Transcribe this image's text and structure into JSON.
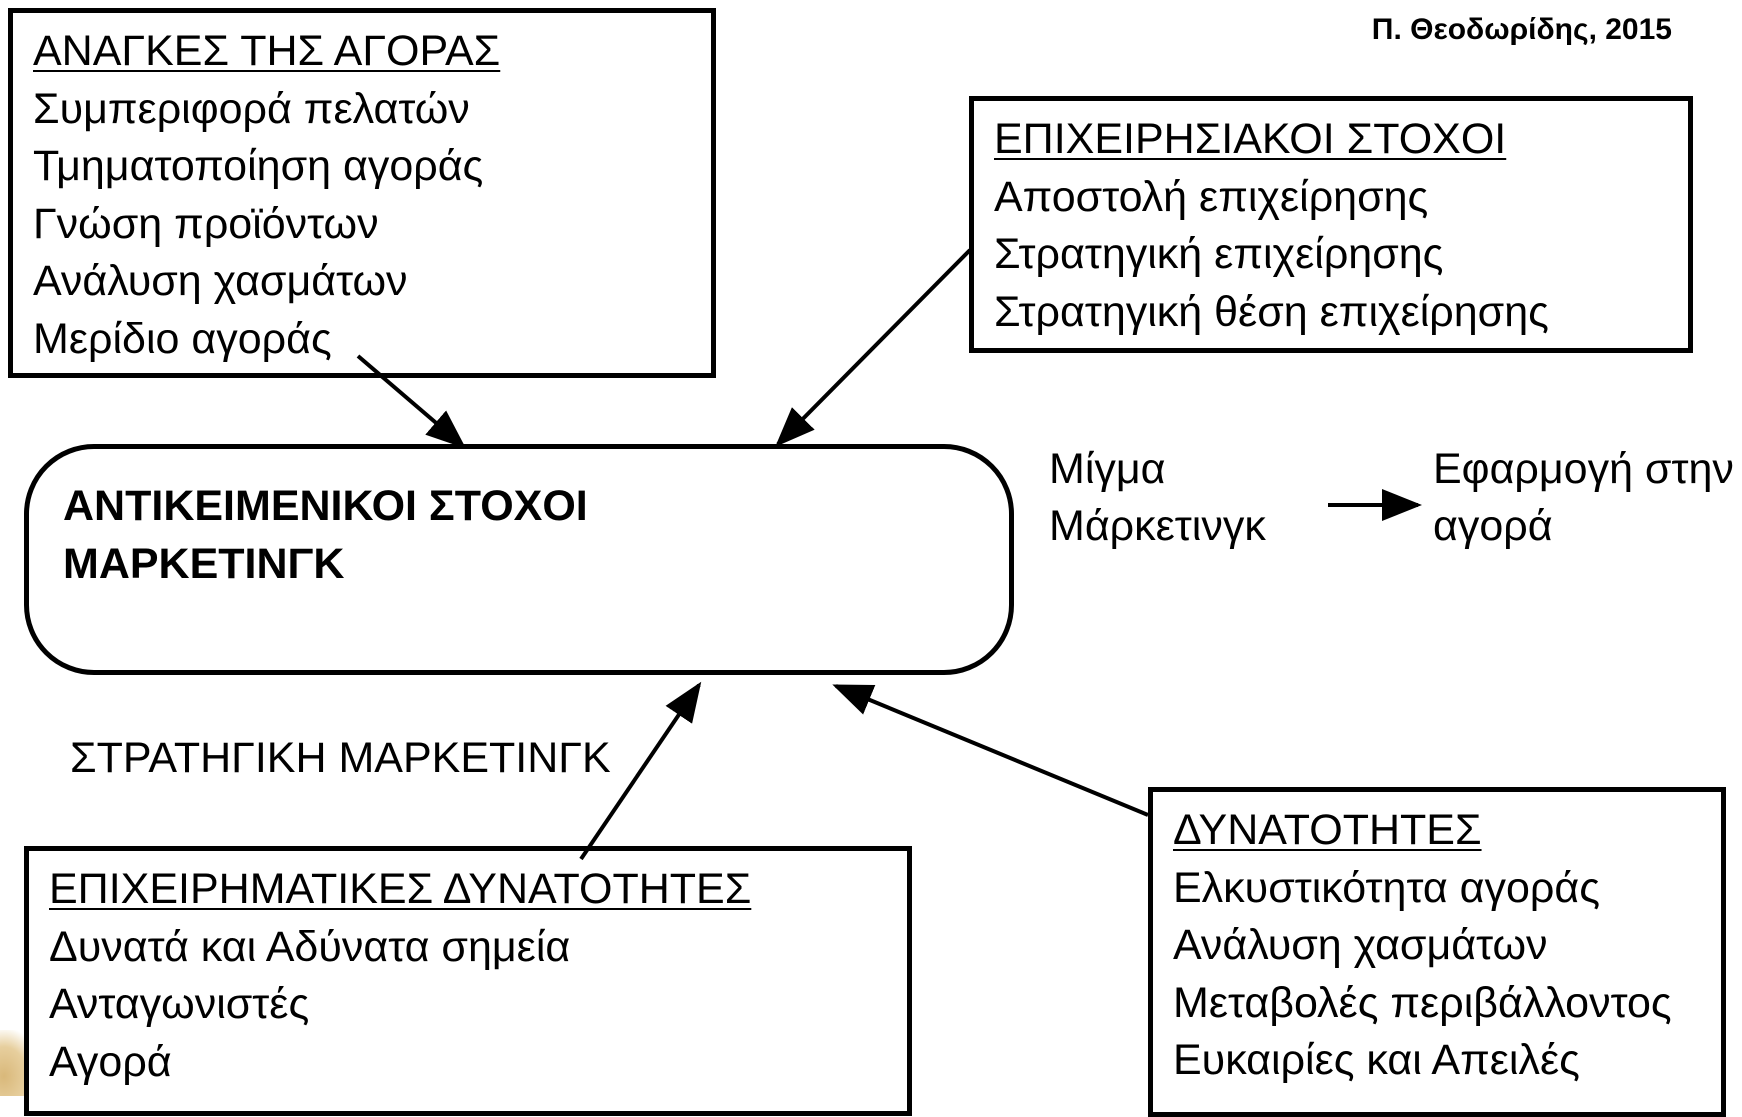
{
  "author": "Π. Θεοδωρίδης, 2015",
  "market_needs": {
    "heading": "ΑΝΑΓΚΕΣ ΤΗΣ ΑΓΟΡΑΣ",
    "items": [
      "Συμπεριφορά πελατών",
      "Τμηματοποίηση αγοράς",
      "Γνώση προϊόντων",
      "Ανάλυση χασμάτων",
      "Μερίδιο αγοράς"
    ]
  },
  "business_goals": {
    "heading": "ΕΠΙΧΕΙΡΗΣΙΑΚΟΙ ΣΤΟΧΟΙ",
    "items": [
      "Αποστολή επιχείρησης",
      "Στρατηγική επιχείρησης",
      "Στρατηγική θέση επιχείρησης"
    ]
  },
  "marketing_objectives": {
    "lines": [
      "ΑΝΤΙΚΕΙΜΕΝΙΚΟΙ ΣΤΟΧΟΙ",
      "ΜΑΡΚΕΤΙΝΓΚ"
    ]
  },
  "marketing_mix": {
    "lines": [
      "Μίγμα",
      "Μάρκετινγκ"
    ]
  },
  "market_application": {
    "lines": [
      "Εφαρμογή στην",
      "αγορά"
    ]
  },
  "strategic_marketing": "ΣΤΡΑΤΗΓΙΚΗ ΜΑΡΚΕΤΙΝΓΚ",
  "business_capabilities": {
    "heading": "ΕΠΙΧΕΙΡΗΜΑΤΙΚΕΣ ΔΥΝΑΤΟΤΗΤΕΣ",
    "items": [
      "Δυνατά και Αδύνατα σημεία",
      "Ανταγωνιστές",
      "Αγορά"
    ]
  },
  "capabilities": {
    "heading": "ΔΥΝΑΤΟΤΗΤΕΣ",
    "items": [
      "Ελκυστικότητα αγοράς",
      "Ανάλυση χασμάτων",
      "Μεταβολές περιβάλλοντος",
      "Ευκαιρίες και Απειλές"
    ]
  }
}
